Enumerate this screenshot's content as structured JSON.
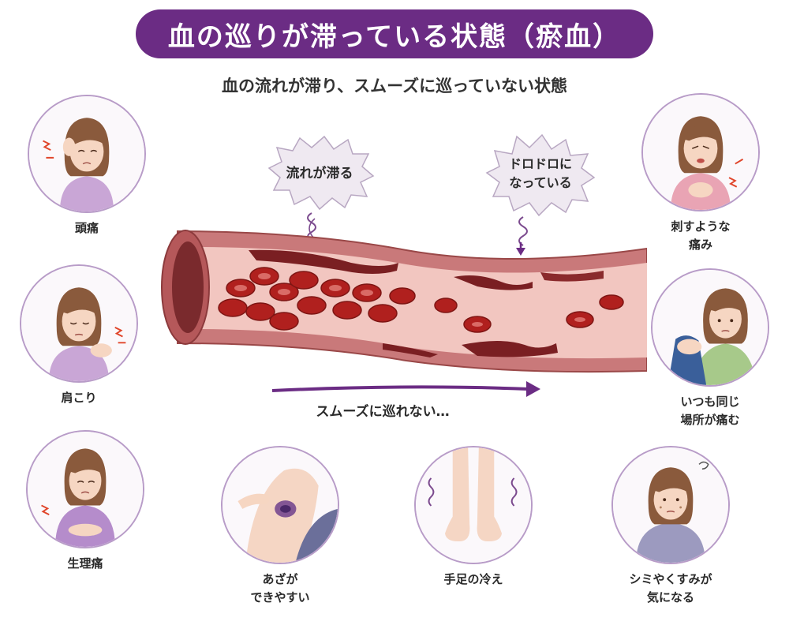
{
  "header": {
    "title": "血の巡りが滞っている状態（瘀血）",
    "subtitle": "血の流れが滞り、スムーズに巡っていない状態"
  },
  "diagram": {
    "bubble_left": "流れが滞る",
    "bubble_right_line1": "ドロドロに",
    "bubble_right_line2": "なっている",
    "flow_caption": "スムーズに巡れない…"
  },
  "symptoms": {
    "headache": "頭痛",
    "shoulder": "肩こり",
    "period": "生理痛",
    "bruise": "あざが\nできやすい",
    "cold": "手足の冷え",
    "spots": "シミやくすみが\n気になる",
    "stabbing": "刺すような\n痛み",
    "same_place": "いつも同じ\n場所が痛む"
  },
  "colors": {
    "accent_purple": "#6b2c84",
    "vessel_wall": "#c9797a",
    "vessel_inner": "#f2c6c0",
    "blood_cell": "#b0201e",
    "clot": "#7a1f22"
  }
}
